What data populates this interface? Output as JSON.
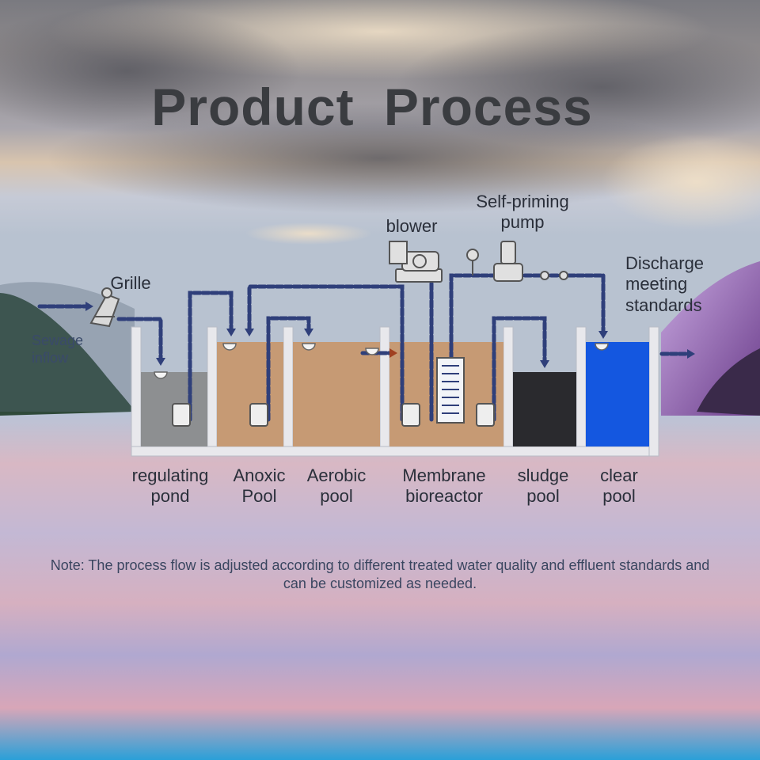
{
  "title": "Product  Process",
  "labels": {
    "grille": "Grille",
    "blower": "blower",
    "pump": "Self-priming pump",
    "discharge": "Discharge meeting standards",
    "inflow": "Sewage inflow"
  },
  "tanks": [
    {
      "label": "regulating pond",
      "color": "#8d8f91"
    },
    {
      "label": "Anoxic Pool",
      "color": "#c69a74"
    },
    {
      "label": "Aerobic pool",
      "color": "#c69a74"
    },
    {
      "label": "Membrane bioreactor",
      "color": "#c69a74"
    },
    {
      "label": "sludge pool",
      "color": "#2a2a2e"
    },
    {
      "label": "clear pool",
      "color": "#1457e0"
    }
  ],
  "note": "Note: The process flow is adjusted according to different treated water quality and effluent standards and can be customized as needed.",
  "colors": {
    "pipe": "#2f3f7a",
    "tank_wall": "#e8e8ec",
    "title": "#3a3c40"
  }
}
